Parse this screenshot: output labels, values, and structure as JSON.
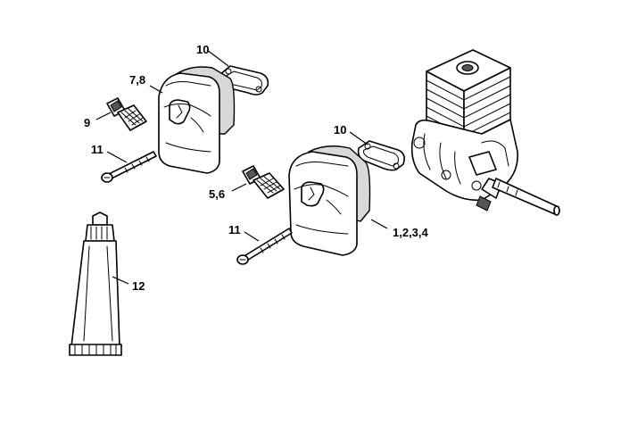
{
  "callouts": {
    "gasket_top": "10",
    "muffler_top": "7,8",
    "screen_top": "9",
    "screw_top": "11",
    "gasket_right": "10",
    "screen_mid": "5,6",
    "muffler_main": "1,2,3,4",
    "screw_bottom": "11",
    "grease_tube": "12"
  }
}
